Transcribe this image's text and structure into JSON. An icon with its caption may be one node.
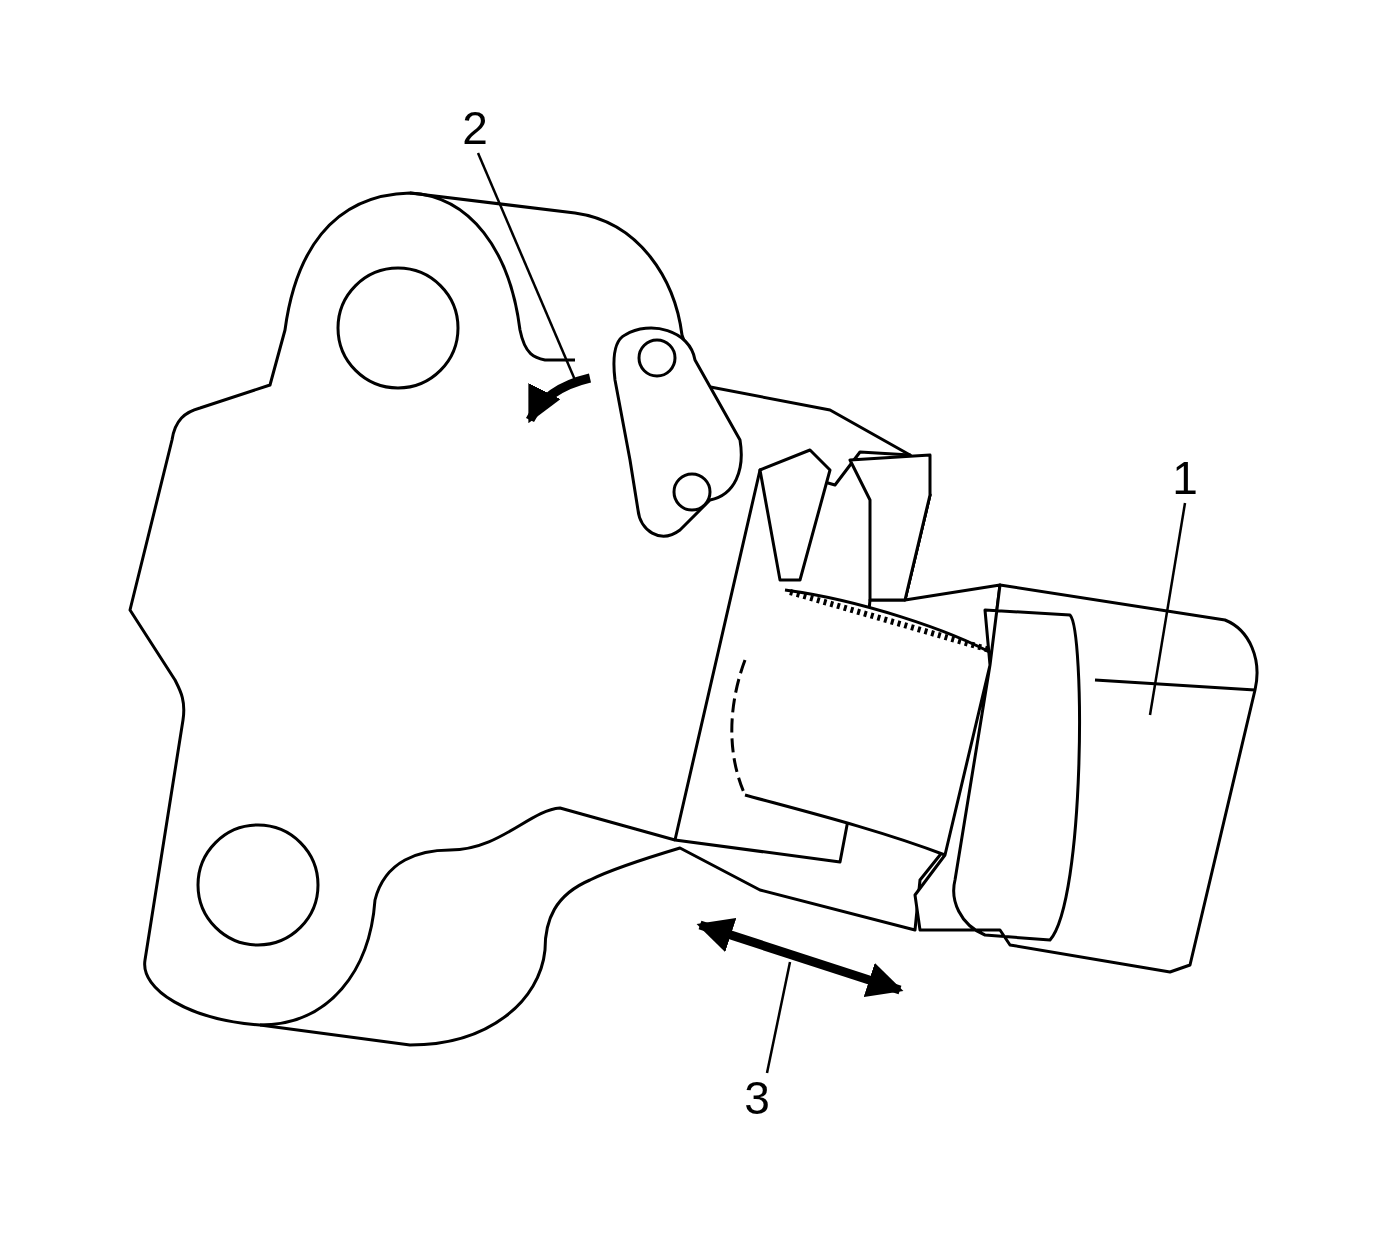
{
  "diagram": {
    "nodes": [
      {
        "text": [
          "1"
        ]
      },
      {
        "text": [],
        "shape": "picture"
      },
      {
        "text": [
          "2"
        ]
      },
      {
        "text": [],
        "shape": "arrow"
      },
      {
        "text": [
          "3"
        ]
      },
      {
        "text": [],
        "shape": "arrow"
      }
    ],
    "edges": [
      {
        "from": 0,
        "to": 1,
        "arrow": "none"
      },
      {
        "from": 2,
        "to": 3,
        "arrow": "none"
      },
      {
        "from": 4,
        "to": 5,
        "arrow": "none"
      }
    ]
  }
}
